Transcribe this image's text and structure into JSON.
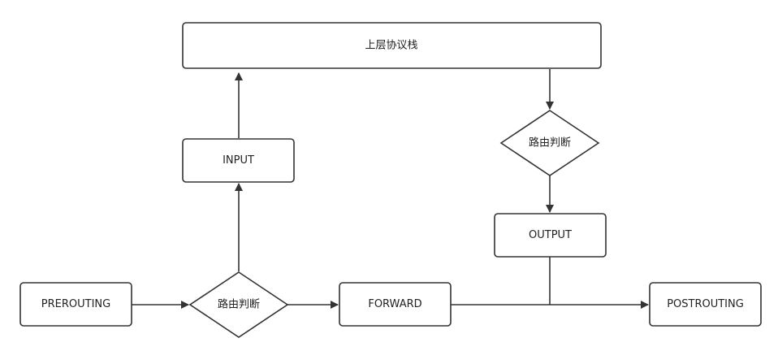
{
  "nodes": {
    "upper_stack": "上层协议栈",
    "input": "INPUT",
    "route_decision_output": "路由判断",
    "output": "OUTPUT",
    "prerouting": "PREROUTING",
    "route_decision_input": "路由判断",
    "forward": "FORWARD",
    "postrouting": "POSTROUTING"
  },
  "colors": {
    "stroke": "#333333",
    "background": "#ffffff",
    "text": "#222222"
  }
}
